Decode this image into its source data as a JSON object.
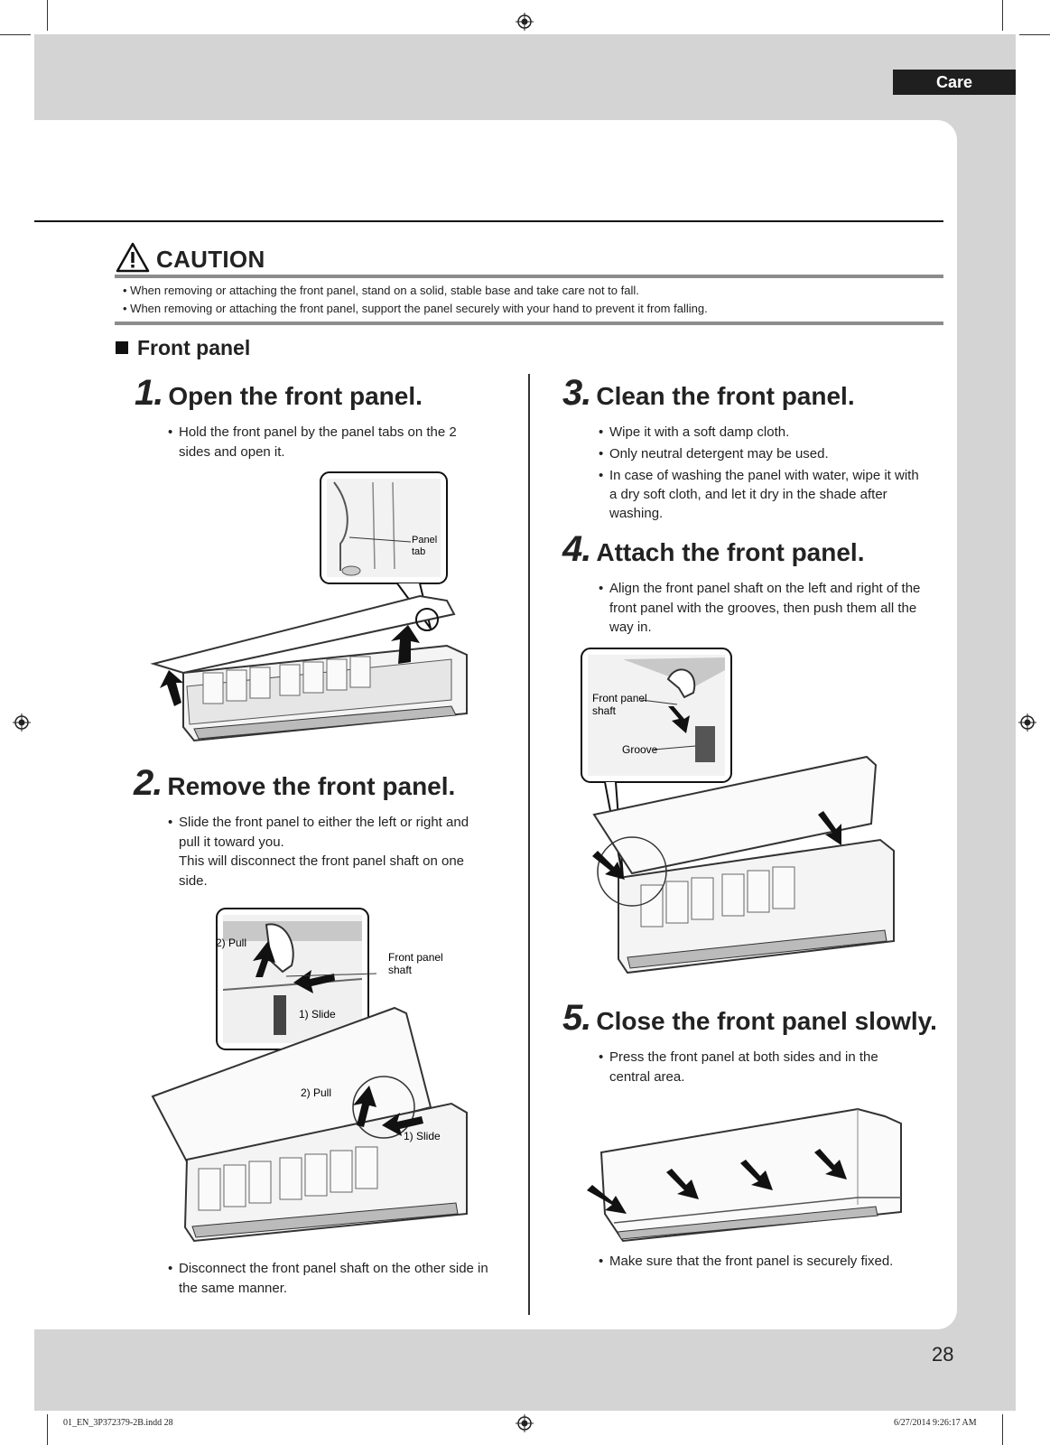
{
  "header": {
    "tab": "Care"
  },
  "caution": {
    "title": "CAUTION",
    "items": [
      "When removing or attaching the front panel, stand on a solid, stable base and take care not to fall.",
      "When removing or attaching the front panel, support the panel securely with your hand to prevent it from falling."
    ]
  },
  "section": {
    "title": "Front panel"
  },
  "steps": [
    {
      "num": "1.",
      "title": "Open the front panel.",
      "lines": [
        "Hold the front panel by the panel tabs on the 2",
        "sides and open it."
      ],
      "labels": {
        "panel_tab_1": "Panel",
        "panel_tab_2": "tab"
      }
    },
    {
      "num": "2.",
      "title": "Remove the front panel.",
      "lines": [
        "Slide the front panel to either the left or right and",
        "pull it toward you.",
        "This will disconnect the front panel shaft on one",
        "side."
      ],
      "labels": {
        "pull": "2) Pull",
        "slide": "1) Slide",
        "shaft_1": "Front panel",
        "shaft_2": "shaft"
      },
      "after": [
        "Disconnect the front panel shaft on the other side in",
        "the same manner."
      ]
    },
    {
      "num": "3.",
      "title": "Clean the front panel.",
      "items": [
        "Wipe it with a soft damp cloth.",
        "Only neutral detergent may be used."
      ],
      "multi": [
        "In case of washing the panel with water, wipe it with",
        "a dry soft cloth, and let it dry in the shade after",
        "washing."
      ]
    },
    {
      "num": "4.",
      "title": "Attach the front panel.",
      "lines": [
        "Align the front panel shaft on the left and right of the",
        "front panel with the grooves, then push them all the",
        "way in."
      ],
      "labels": {
        "shaft_1": "Front panel",
        "shaft_2": "shaft",
        "groove": "Groove"
      }
    },
    {
      "num": "5.",
      "title": "Close the front panel slowly.",
      "lines": [
        "Press the front panel at both sides and in the",
        "central area."
      ],
      "after": "Make sure that the front panel is securely fixed."
    }
  ],
  "page_number": "28",
  "footer": {
    "file": "01_EN_3P372379-2B.indd   28",
    "date": "6/27/2014   9:26:17 AM"
  }
}
